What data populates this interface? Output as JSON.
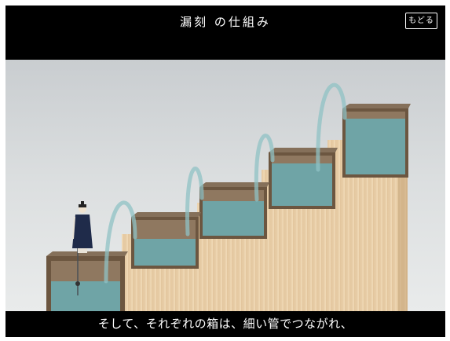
{
  "header": {
    "title": "漏刻 の仕組み",
    "back_label": "もどる"
  },
  "caption": {
    "text": "そして、それぞれの箱は、細い管でつながれ、"
  },
  "colors": {
    "water": "#6ea6aa",
    "wood": "#ead0aa",
    "box_frame": "#6c5640",
    "background_top": "#c9cdd0",
    "background_bottom": "#e6e8e8"
  },
  "illustration": {
    "figure": "official-figure",
    "tanks": 5,
    "pipes": 4
  }
}
